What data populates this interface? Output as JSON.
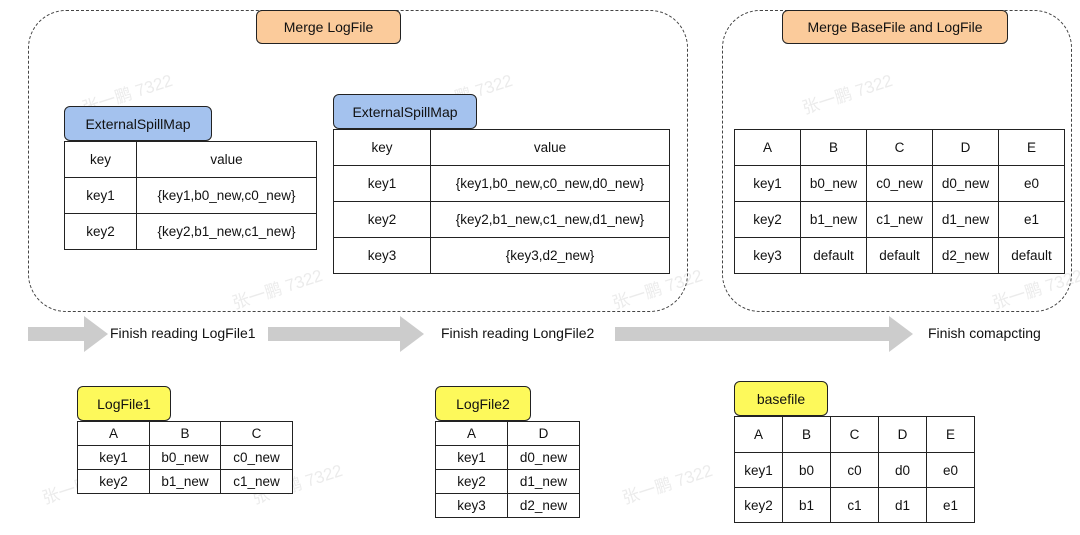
{
  "phases": {
    "merge_logfile": "Merge LogFile",
    "merge_base_and_log": "Merge BaseFile and LogFile"
  },
  "spill_map_1": {
    "label": "ExternalSpillMap",
    "header": [
      "key",
      "value"
    ],
    "rows": [
      [
        "key1",
        "{key1,b0_new,c0_new}"
      ],
      [
        "key2",
        "{key2,b1_new,c1_new}"
      ]
    ]
  },
  "spill_map_2": {
    "label": "ExternalSpillMap",
    "header": [
      "key",
      "value"
    ],
    "rows": [
      [
        "key1",
        "{key1,b0_new,c0_new,d0_new}"
      ],
      [
        "key2",
        "{key2,b1_new,c1_new,d1_new}"
      ],
      [
        "key3",
        "{key3,d2_new}"
      ]
    ]
  },
  "result_table": {
    "header": [
      "A",
      "B",
      "C",
      "D",
      "E"
    ],
    "rows": [
      [
        "key1",
        "b0_new",
        "c0_new",
        "d0_new",
        "e0"
      ],
      [
        "key2",
        "b1_new",
        "c1_new",
        "d1_new",
        "e1"
      ],
      [
        "key3",
        "default",
        "default",
        "d2_new",
        "default"
      ]
    ]
  },
  "steps": {
    "step1": "Finish reading LogFile1",
    "step2": "Finish reading LongFile2",
    "step3": "Finish comapcting"
  },
  "logfile1": {
    "label": "LogFile1",
    "header": [
      "A",
      "B",
      "C"
    ],
    "rows": [
      [
        "key1",
        "b0_new",
        "c0_new"
      ],
      [
        "key2",
        "b1_new",
        "c1_new"
      ]
    ]
  },
  "logfile2": {
    "label": "LogFile2",
    "header": [
      "A",
      "D"
    ],
    "rows": [
      [
        "key1",
        "d0_new"
      ],
      [
        "key2",
        "d1_new"
      ],
      [
        "key3",
        "d2_new"
      ]
    ]
  },
  "basefile": {
    "label": "basefile",
    "header": [
      "A",
      "B",
      "C",
      "D",
      "E"
    ],
    "rows": [
      [
        "key1",
        "b0",
        "c0",
        "d0",
        "e0"
      ],
      [
        "key2",
        "b1",
        "c1",
        "d1",
        "e1"
      ]
    ]
  },
  "watermark": "张一鹏 7322",
  "colors": {
    "phase_label": "#fbcb9b",
    "spill_map_label": "#a4c2ee",
    "file_label": "#fdf95b",
    "arrow": "#cccccc"
  }
}
